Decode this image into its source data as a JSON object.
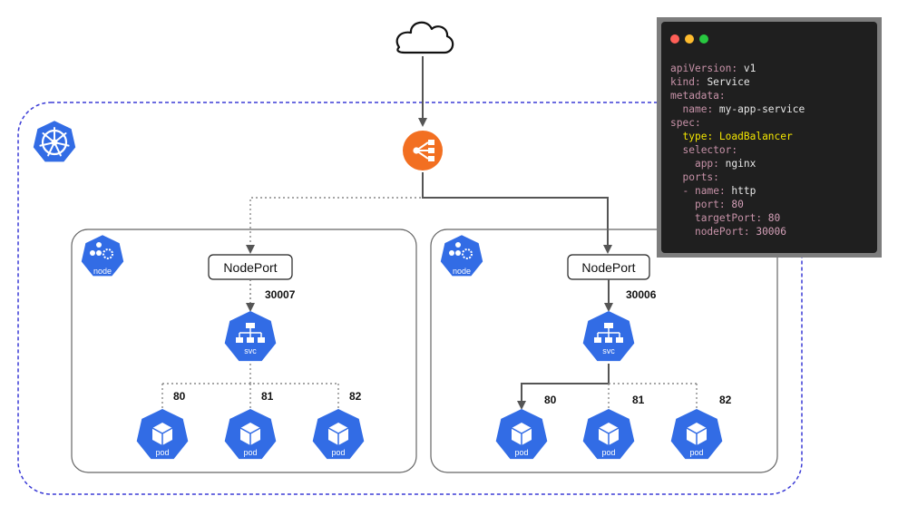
{
  "diagram": {
    "nodes": [
      {
        "badge_label": "node",
        "nodeport_label": "NodePort",
        "nodeport_number": "30007",
        "svc_label": "svc",
        "pods": [
          {
            "port": "80",
            "label": "pod"
          },
          {
            "port": "81",
            "label": "pod"
          },
          {
            "port": "82",
            "label": "pod"
          }
        ]
      },
      {
        "badge_label": "node",
        "nodeport_label": "NodePort",
        "nodeport_number": "30006",
        "svc_label": "svc",
        "pods": [
          {
            "port": "80",
            "label": "pod"
          },
          {
            "port": "81",
            "label": "pod"
          },
          {
            "port": "82",
            "label": "pod"
          }
        ]
      }
    ],
    "icons": {
      "cloud": "cloud-icon",
      "load_balancer": "load-balancer-icon",
      "cluster": "kubernetes-helm-icon",
      "node": "node-icon",
      "svc": "service-icon",
      "pod": "pod-icon"
    },
    "colors": {
      "k8s_blue": "#326ce5",
      "lb_orange": "#f26f21",
      "cluster_border": "#3b3bd6",
      "arrow": "#555555"
    }
  },
  "code_window": {
    "window_dots": [
      "#ff5f57",
      "#febc2e",
      "#28c840"
    ],
    "lines": {
      "l1_key": "apiVersion",
      "l1_val": "v1",
      "l2_key": "kind",
      "l2_val": "Service",
      "l3_key": "metadata",
      "l4_key": "name",
      "l4_val": "my-app-service",
      "l5_key": "spec",
      "l6_key": "type",
      "l6_val": "LoadBalancer",
      "l7_key": "selector",
      "l8_key": "app",
      "l8_val": "nginx",
      "l9_key": "ports",
      "l10_dash": "-",
      "l10_key": "name",
      "l10_val": "http",
      "l11_key": "port",
      "l11_val": "80",
      "l12_key": "targetPort",
      "l12_val": "80",
      "l13_key": "nodePort",
      "l13_val": "30006"
    }
  }
}
